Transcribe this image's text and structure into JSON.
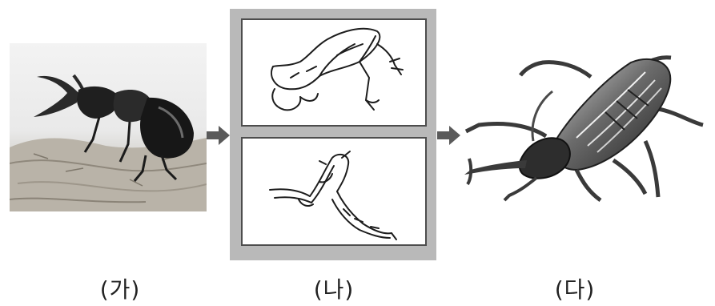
{
  "captions": {
    "ga": "(가)",
    "na": "(나)",
    "da": "(다)"
  },
  "colors": {
    "panel_background": "#b9b9b9",
    "sketch_border": "#4d4d4d",
    "arrow": "#5a5a5a",
    "beetle_dark": "#1a1a1a"
  },
  "icons": {
    "arrow": "right-arrow-icon"
  }
}
